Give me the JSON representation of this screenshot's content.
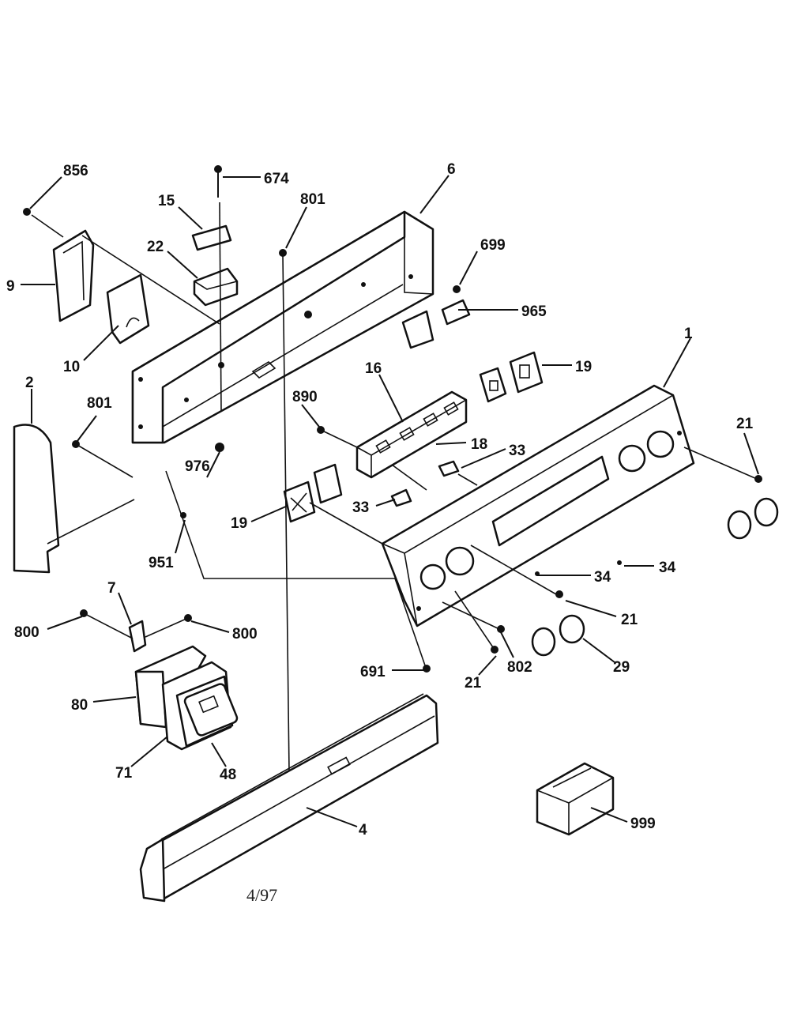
{
  "callouts": [
    {
      "id": "c856",
      "text": "856"
    },
    {
      "id": "c674",
      "text": "674"
    },
    {
      "id": "c15",
      "text": "15"
    },
    {
      "id": "c801a",
      "text": "801"
    },
    {
      "id": "c6",
      "text": "6"
    },
    {
      "id": "c22",
      "text": "22"
    },
    {
      "id": "c699",
      "text": "699"
    },
    {
      "id": "c9",
      "text": "9"
    },
    {
      "id": "c965",
      "text": "965"
    },
    {
      "id": "c10",
      "text": "10"
    },
    {
      "id": "c1",
      "text": "1"
    },
    {
      "id": "c16",
      "text": "16"
    },
    {
      "id": "c19a",
      "text": "19"
    },
    {
      "id": "c2",
      "text": "2"
    },
    {
      "id": "c890",
      "text": "890"
    },
    {
      "id": "c21a",
      "text": "21"
    },
    {
      "id": "c801b",
      "text": "801"
    },
    {
      "id": "c18",
      "text": "18"
    },
    {
      "id": "c33a",
      "text": "33"
    },
    {
      "id": "c976",
      "text": "976"
    },
    {
      "id": "c33b",
      "text": "33"
    },
    {
      "id": "c19b",
      "text": "19"
    },
    {
      "id": "c951",
      "text": "951"
    },
    {
      "id": "c34a",
      "text": "34"
    },
    {
      "id": "c34b",
      "text": "34"
    },
    {
      "id": "c7",
      "text": "7"
    },
    {
      "id": "c21b",
      "text": "21"
    },
    {
      "id": "c800a",
      "text": "800"
    },
    {
      "id": "c800b",
      "text": "800"
    },
    {
      "id": "c691",
      "text": "691"
    },
    {
      "id": "c802",
      "text": "802"
    },
    {
      "id": "c29",
      "text": "29"
    },
    {
      "id": "c21c",
      "text": "21"
    },
    {
      "id": "c80",
      "text": "80"
    },
    {
      "id": "c71",
      "text": "71"
    },
    {
      "id": "c48",
      "text": "48"
    },
    {
      "id": "c4",
      "text": "4"
    },
    {
      "id": "c999",
      "text": "999"
    }
  ],
  "date_code": "4/97"
}
